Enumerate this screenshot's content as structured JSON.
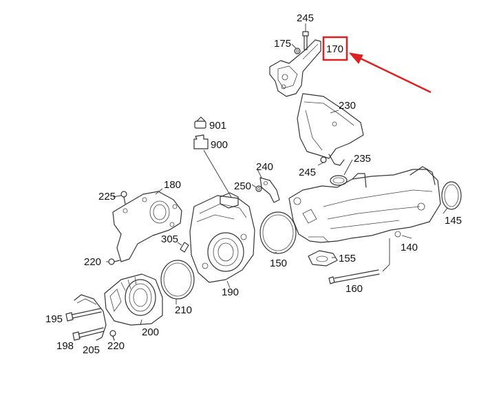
{
  "callouts": {
    "c245a": "245",
    "c175": "175",
    "c170": "170",
    "c230": "230",
    "c901": "901",
    "c900": "900",
    "c240": "240",
    "c235": "235",
    "c245b": "245",
    "c180": "180",
    "c225": "225",
    "c250": "250",
    "c145": "145",
    "c305": "305",
    "c220a": "220",
    "c140": "140",
    "c150": "150",
    "c155": "155",
    "c210": "210",
    "c190": "190",
    "c160": "160",
    "c195": "195",
    "c200": "200",
    "c198": "198",
    "c205": "205",
    "c220b": "220"
  },
  "colors": {
    "highlight": "#e02020",
    "line": "#333333"
  }
}
